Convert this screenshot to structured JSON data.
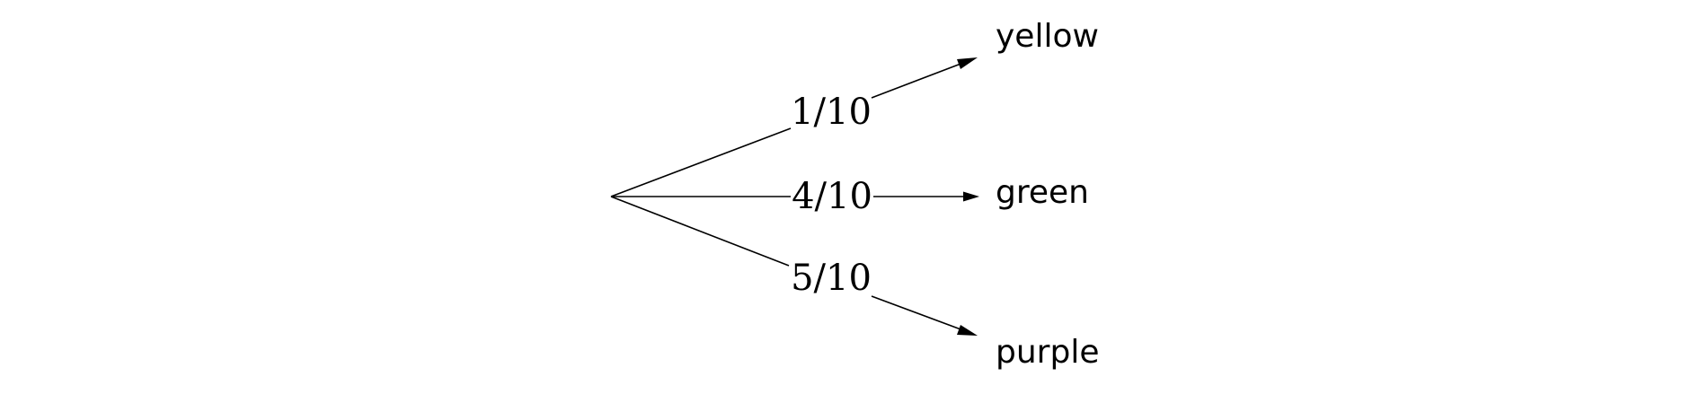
{
  "tree": {
    "branches": [
      {
        "probability": "1/10",
        "outcome": "yellow"
      },
      {
        "probability": "4/10",
        "outcome": "green"
      },
      {
        "probability": "5/10",
        "outcome": "purple"
      }
    ]
  }
}
